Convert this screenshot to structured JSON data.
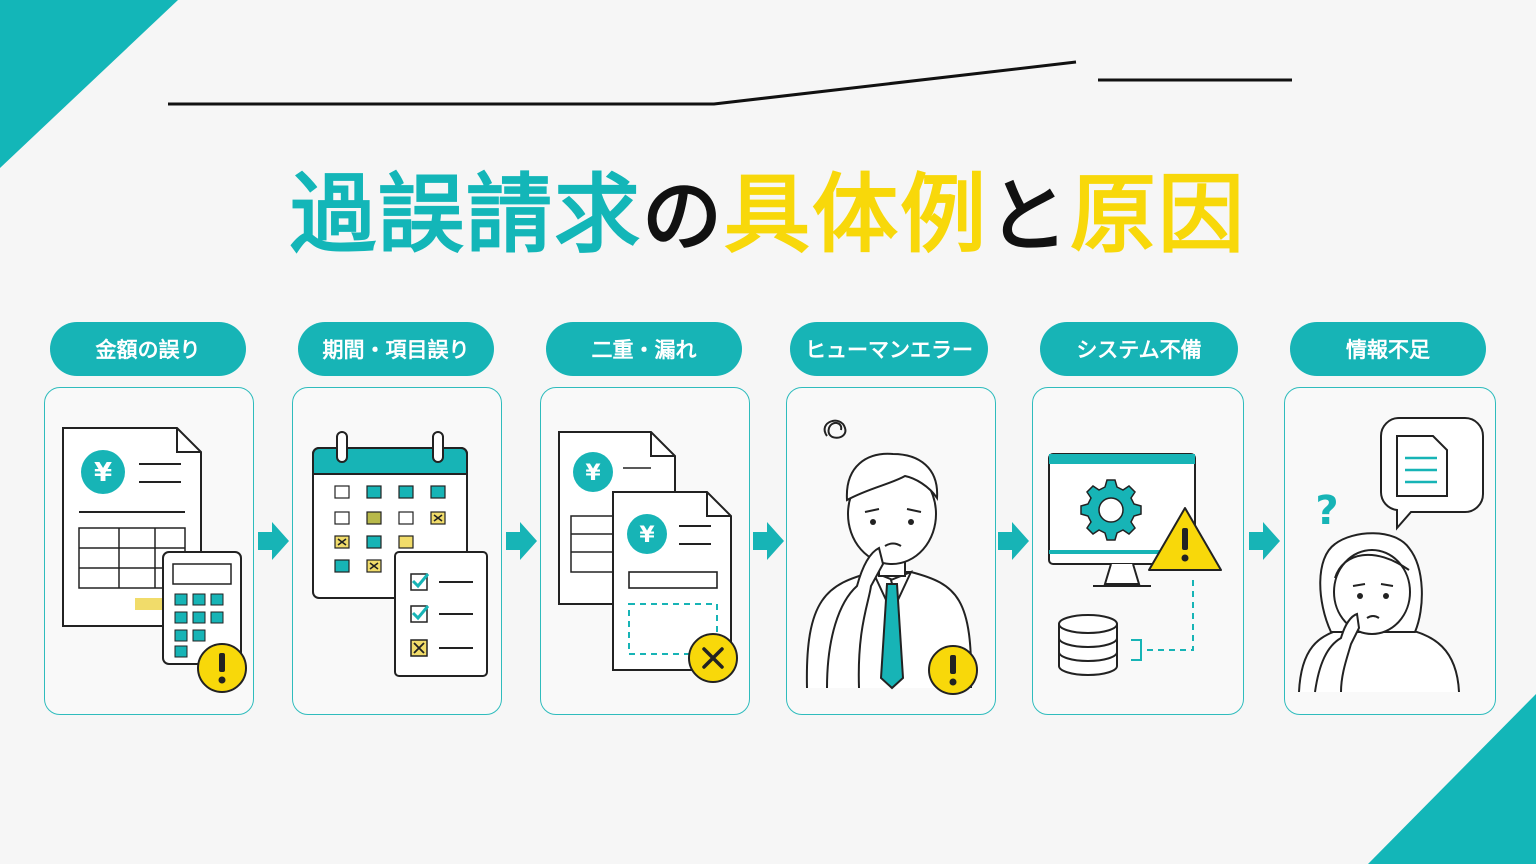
{
  "title": {
    "part1": "過誤請求",
    "part2": "の",
    "part3": "具体例",
    "part4": "と",
    "part5": "原因"
  },
  "steps": [
    {
      "label": "金額の誤り",
      "icon": "invoice-calculator-warning-icon"
    },
    {
      "label": "期間・項目誤り",
      "icon": "calendar-checklist-icon"
    },
    {
      "label": "二重・漏れ",
      "icon": "duplicate-invoice-missing-icon"
    },
    {
      "label": "ヒューマンエラー",
      "icon": "confused-person-icon"
    },
    {
      "label": "システム不備",
      "icon": "monitor-gear-warning-icon"
    },
    {
      "label": "情報不足",
      "icon": "person-question-document-icon"
    }
  ],
  "colors": {
    "teal": "#17b4b6",
    "yellow": "#f8d80a",
    "dark": "#111111",
    "background": "#f6f6f6"
  }
}
